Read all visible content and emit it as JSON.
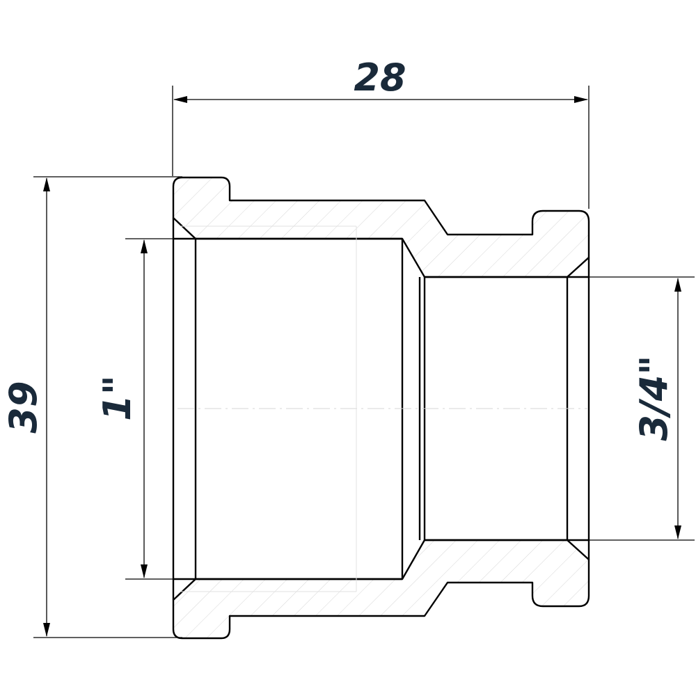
{
  "drawing": {
    "dimensions": {
      "overall_length": "28",
      "overall_diameter": "39",
      "large_thread": "1\"",
      "small_thread": "3/4\""
    },
    "colors": {
      "outline": "#000000",
      "dimension_text": "#1a2a3a",
      "hatch": "#d6d6d6"
    }
  }
}
